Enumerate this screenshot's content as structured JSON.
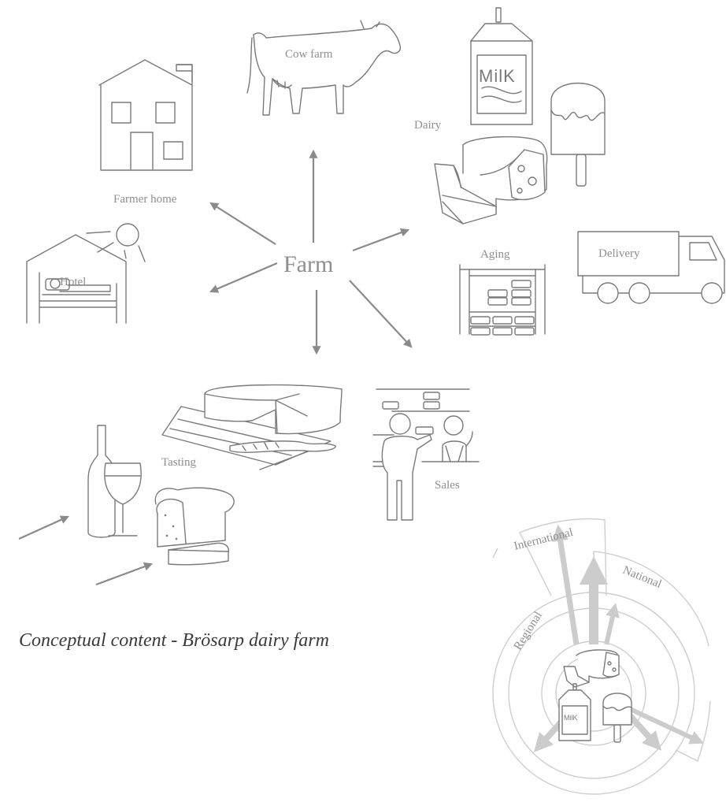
{
  "center": {
    "label": "Farm"
  },
  "nodes": {
    "cow_farm": "Cow farm",
    "dairy": "Dairy",
    "farmer_home": "Farmer home",
    "hotel": "Hotel",
    "aging": "Aging",
    "delivery": "Delivery",
    "tasting": "Tasting",
    "sales": "Sales"
  },
  "icons": {
    "milk_carton_text": "MilK",
    "small_milk_carton_text": "MilK"
  },
  "market_rings": {
    "international": "International",
    "national": "National",
    "regional": "Regional"
  },
  "caption": "Conceptual content - Brösarp dairy farm",
  "colors": {
    "line": "#7a7a7a",
    "label": "#8f8f8f",
    "ring": "#cfcfcf",
    "ring_arrow": "#cccccc",
    "caption": "#3a3a3a"
  }
}
